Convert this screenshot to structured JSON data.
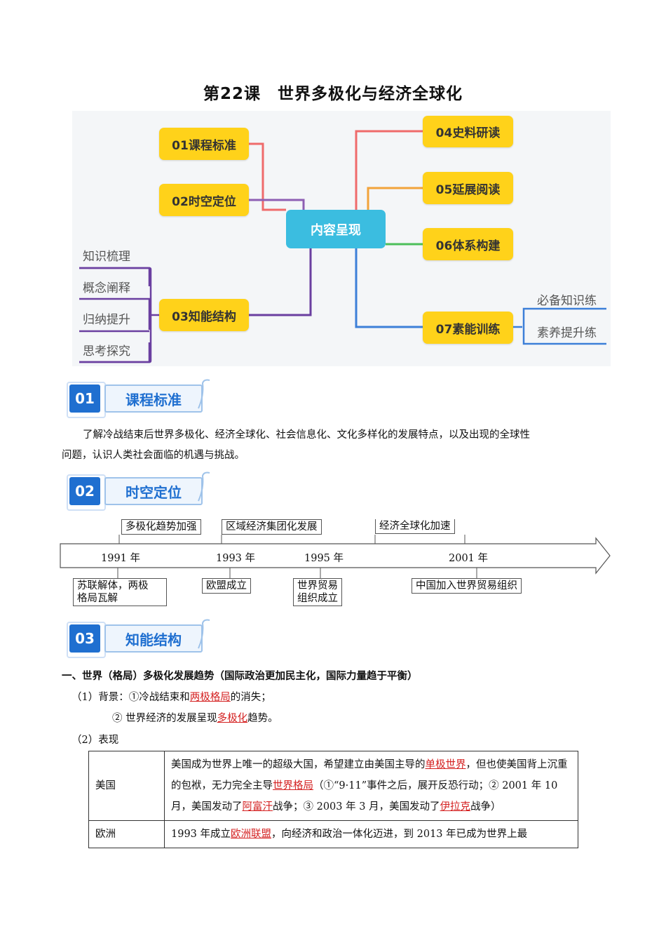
{
  "title": "第22课　世界多极化与经济全球化",
  "mindmap": {
    "center": "内容呈现",
    "nodes": [
      "01课程标准",
      "02时空定位",
      "03知能结构",
      "04史料研读",
      "05延展阅读",
      "06体系构建",
      "07素能训练"
    ],
    "left_leaves": [
      "知识梳理",
      "概念阐释",
      "归纳提升",
      "思考探究"
    ],
    "right_leaves": [
      "必备知识练",
      "素养提升练"
    ]
  },
  "sections": {
    "s1": {
      "num": "01",
      "label": "课程标准"
    },
    "s2": {
      "num": "02",
      "label": "时空定位"
    },
    "s3": {
      "num": "03",
      "label": "知能结构"
    }
  },
  "standard_lines": [
    "了解冷战结束后世界多极化、经济全球化、社会信息化、文化多样化的发展特点，以及出现的全球性",
    "问题，认识人类社会面临的机遇与挑战。"
  ],
  "timeline": {
    "top_boxes": [
      "多极化趋势加强",
      "区域经济集团化发展",
      "经济全球化加速"
    ],
    "years": [
      "1991 年",
      "1993 年",
      "1995 年",
      "2001 年"
    ],
    "bottom_boxes": [
      {
        "lines": [
          "苏联解体，两极",
          "格局瓦解"
        ]
      },
      {
        "lines": [
          "欧盟成立"
        ]
      },
      {
        "lines": [
          "世界贸易",
          "组织成立"
        ]
      },
      {
        "lines": [
          "中国加入世界贸易组织"
        ]
      }
    ]
  },
  "knowledge": {
    "heading": "一、世界（格局）多极化发展趋势（国际政治更加民主化，国际力量趋于平衡）",
    "bg_label": "（1）背景：",
    "bg1_a": "①冷战结束和",
    "bg1_hl": "两极格局",
    "bg1_b": "的消失；",
    "bg2_a": "② 世界经济的发展呈现",
    "bg2_hl": "多极化",
    "bg2_b": "趋势。",
    "manifest_label": "（2）表现",
    "table": {
      "usa_country": "美国",
      "usa_t1": "美国成为世界上唯一的超级大国，希望建立由美国主导的",
      "usa_hl1": "单极世界",
      "usa_t2": "，但也使美国背上沉重的包袱，无力完全主导",
      "usa_hl2": "世界格局",
      "usa_t3": "（①“9·11”事件之后，展开反恐行动；② 2001 年 10 月，美国发动了",
      "usa_hl3": "阿富汗",
      "usa_t4": "战争；③ 2003 年 3 月，美国发动了",
      "usa_hl4": "伊拉克",
      "usa_t5": "战争）",
      "eu_country": "欧洲",
      "eu_t1": "1993 年成立",
      "eu_hl1": "欧洲联盟",
      "eu_t2": "，向经济和政治一体化迈进，到 2013 年已成为世界上最"
    }
  },
  "colors": {
    "accent_blue": "#1f6fd0",
    "node_yellow": "#ffd21a",
    "center_cyan": "#3bbde0",
    "highlight_red": "#d42020"
  }
}
